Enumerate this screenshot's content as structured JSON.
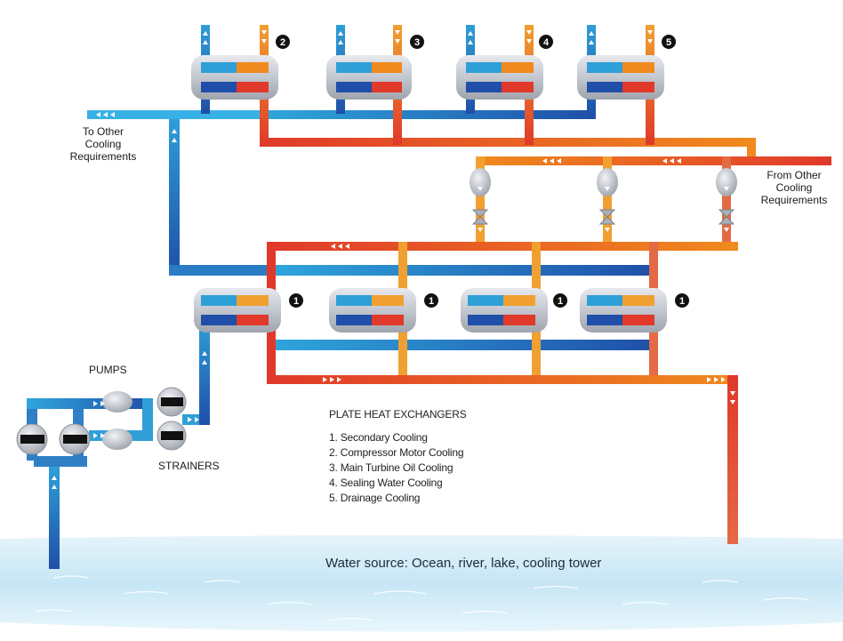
{
  "labels": {
    "to_other": [
      "To Other",
      "Cooling",
      "Requirements"
    ],
    "from_other": [
      "From Other",
      "Cooling",
      "Requirements"
    ],
    "pumps": "PUMPS",
    "strainers": "STRAINERS",
    "water_source": "Water source: Ocean, river, lake, cooling tower"
  },
  "legend": {
    "title": "PLATE HEAT EXCHANGERS",
    "items": [
      "1. Secondary Cooling",
      "2. Compressor Motor Cooling",
      "3. Main Turbine Oil Cooling",
      "4. Sealing Water Cooling",
      "5. Drainage Cooling"
    ]
  },
  "badges": {
    "top": [
      "2",
      "3",
      "4",
      "5"
    ],
    "bottom": [
      "1",
      "1",
      "1",
      "1"
    ]
  },
  "colors": {
    "cold": "#1f4fa8",
    "cool": "#2f9fd8",
    "warm": "#f08a1e",
    "hot": "#e0392a",
    "unit_body": "#c9ccd4",
    "water": "#bfe3f3"
  },
  "icons": [
    "pump-icon",
    "strainer-icon",
    "valve-icon",
    "heat-exchanger-icon",
    "flow-arrow-icon"
  ]
}
